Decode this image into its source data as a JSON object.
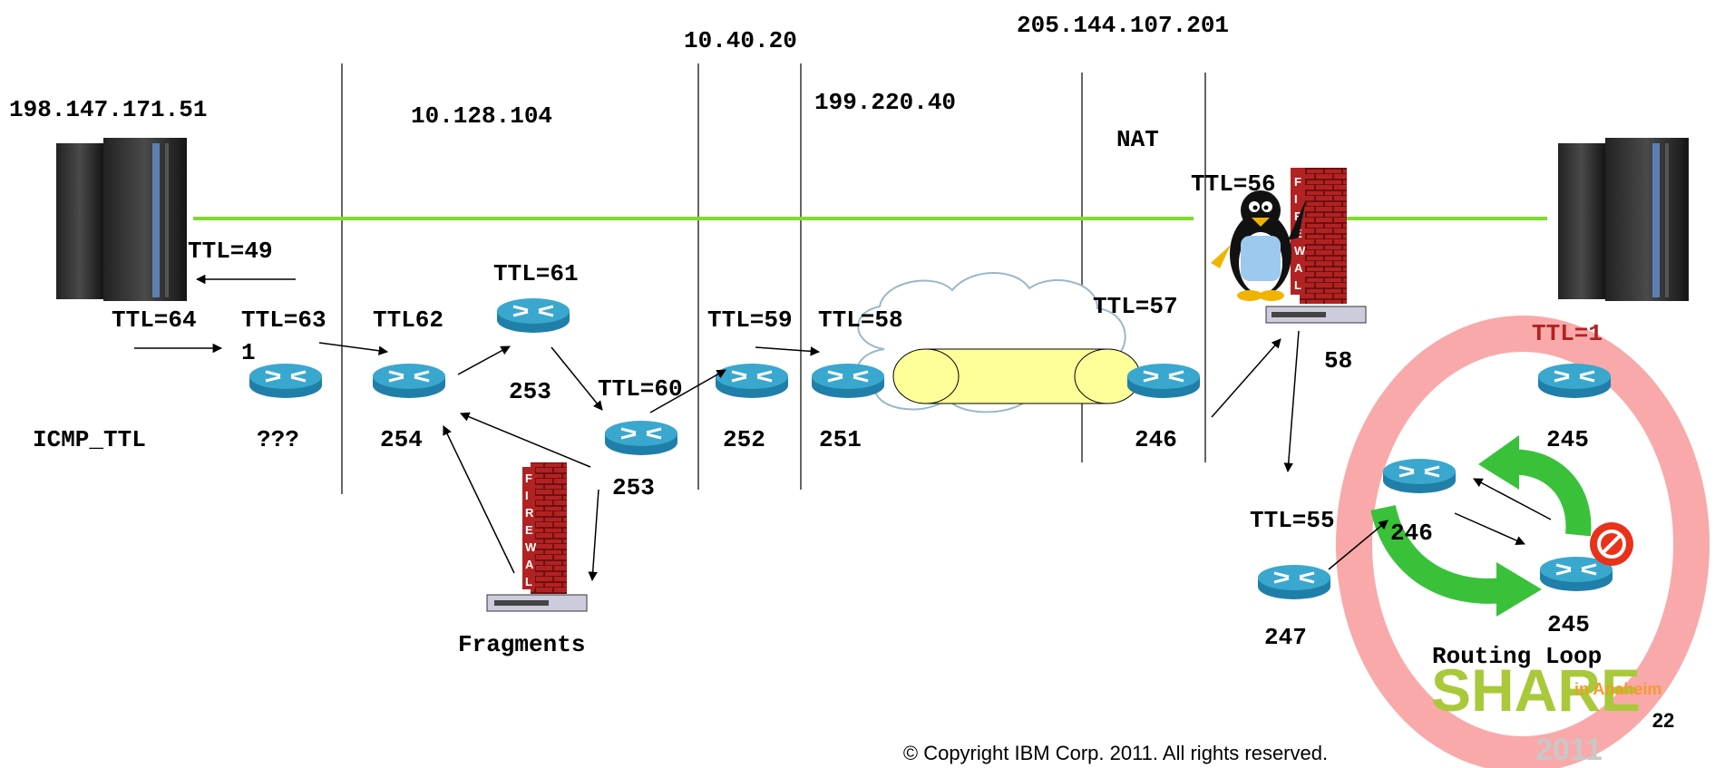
{
  "subnets": {
    "src": "198.147.171.51",
    "s1": "10.128.104",
    "s2": "10.40.20",
    "s3": "199.220.40",
    "s4": "205.144.107.201",
    "nat": "NAT"
  },
  "ttl": {
    "t49": "TTL=49",
    "t64": "TTL=64",
    "t63": "TTL=63",
    "one": "1",
    "t62": "TTL62",
    "t61": "TTL=61",
    "t60": "TTL=60",
    "t59": "TTL=59",
    "t58": "TTL=58",
    "t57": "TTL=57",
    "t56": "TTL=56",
    "t55": "TTL=55",
    "t1": "TTL=1"
  },
  "hops": {
    "icmp": "ICMP_TTL",
    "unknown": "???",
    "h254": "254",
    "h253a": "253",
    "h253b": "253",
    "h252": "252",
    "h251": "251",
    "h246": "246",
    "h58": "58",
    "h245": "245",
    "h247": "247",
    "loop246": "246",
    "loop245": "245"
  },
  "labels": {
    "fragments": "Fragments",
    "routing_loop": "Routing Loop",
    "firewall_letters": "FIREWAL",
    "copyright": "© Copyright IBM Corp. 2011.  All rights reserved.",
    "page_number": "22"
  },
  "logo": {
    "share": "SHARE",
    "location": "in Anaheim",
    "year": "2011"
  },
  "colors": {
    "link": "#7ddd2a",
    "router_top": "#3aa7cf",
    "router_side": "#1f7fa9",
    "loop_ring": "#f8a0a0",
    "cloud_tunnel": "#ffff99",
    "share_green": "#a9c93a",
    "share_orange": "#f59a2c",
    "firewall_brick": "#b22222"
  }
}
